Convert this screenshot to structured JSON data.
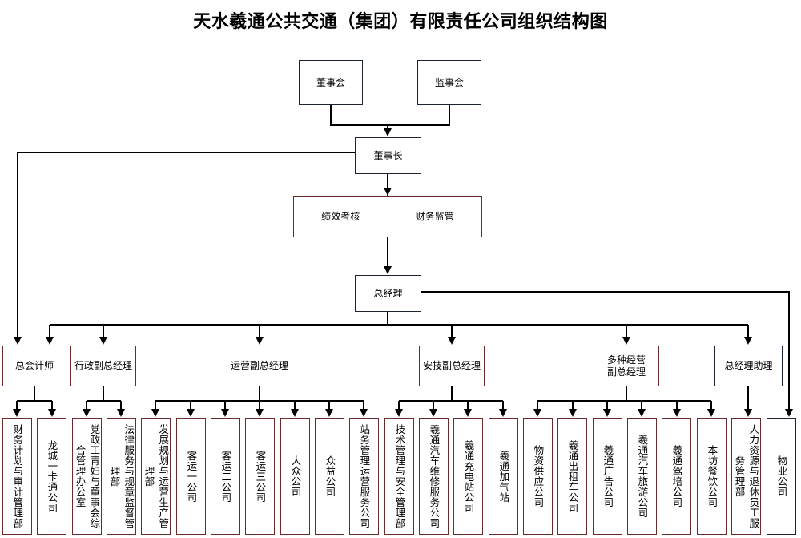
{
  "title": "天水羲通公共交通（集团）有限责任公司组织结构图",
  "colors": {
    "maroon_border": "#6b2b2b",
    "dark_border": "#1b2430",
    "line": "#000000",
    "background": "#ffffff"
  },
  "top_level": {
    "board_of_directors": "董事会",
    "board_of_supervisors": "监事会",
    "chairman": "董事长"
  },
  "oversight_box": {
    "left": "绩效考核",
    "right": "财务监管"
  },
  "general_manager": "总经理",
  "executives": [
    {
      "label": "总会计师",
      "style": "maroon"
    },
    {
      "label": "行政副总经理",
      "style": "maroon"
    },
    {
      "label": "运营副总经理",
      "style": "maroon"
    },
    {
      "label": "安技副总经理",
      "style": "maroon"
    },
    {
      "label": "多种经营\n副总经理",
      "style": "maroon"
    },
    {
      "label": "总经理助理",
      "style": "dark"
    }
  ],
  "departments": [
    {
      "label": "财务计划与审计管理部",
      "style": "maroon"
    },
    {
      "label": "龙城一卡通公司",
      "style": "maroon"
    },
    {
      "label": "党政工青妇与董事会综合管理办公室",
      "style": "maroon"
    },
    {
      "label": "法律服务与规章监督管理部",
      "style": "maroon"
    },
    {
      "label": "发展规划与运营生产管理部",
      "style": "maroon"
    },
    {
      "label": "客运一公司",
      "style": "maroon"
    },
    {
      "label": "客运二公司",
      "style": "maroon"
    },
    {
      "label": "客运三公司",
      "style": "maroon"
    },
    {
      "label": "大众公司",
      "style": "maroon"
    },
    {
      "label": "众益公司",
      "style": "maroon"
    },
    {
      "label": "站务管理运营服务公司",
      "style": "maroon"
    },
    {
      "label": "技术管理与安全管理部",
      "style": "maroon"
    },
    {
      "label": "羲通汽车维修服务公司",
      "style": "maroon"
    },
    {
      "label": "羲通充电站公司",
      "style": "maroon"
    },
    {
      "label": "羲通加气站",
      "style": "maroon"
    },
    {
      "label": "物资供应公司",
      "style": "maroon"
    },
    {
      "label": "羲通出租车公司",
      "style": "maroon"
    },
    {
      "label": "羲通广告公司",
      "style": "maroon"
    },
    {
      "label": "羲通汽车旅游公司",
      "style": "maroon"
    },
    {
      "label": "羲通驾培公司",
      "style": "maroon"
    },
    {
      "label": "本坊餐饮公司",
      "style": "maroon"
    },
    {
      "label": "人力资源与退休员工服务管理部",
      "style": "maroon"
    },
    {
      "label": "物业公司",
      "style": "dark"
    }
  ]
}
